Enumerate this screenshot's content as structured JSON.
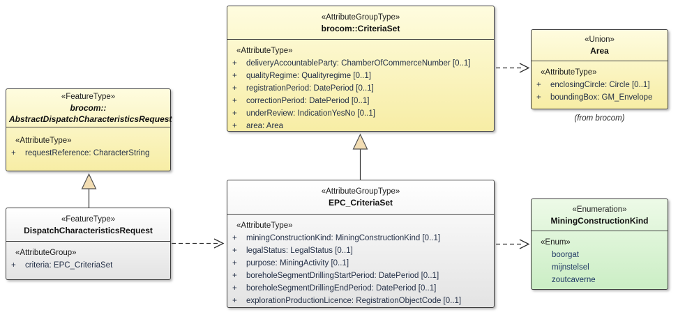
{
  "colors": {
    "featureYellow": "#f7eda5",
    "classWhite": "#e3e3e3",
    "enumGreen": "#cbeec5",
    "generalizationArrowFill": "#f2ddb3",
    "enumLiteralText": "#1f3864"
  },
  "boxes": {
    "criteriaSet": {
      "stereotype": "«AttributeGroupType»",
      "title": "brocom::CriteriaSet",
      "section": "«AttributeType»",
      "attrs": [
        {
          "vis": "+",
          "text": "deliveryAccountableParty: ChamberOfCommerceNumber [0..1]"
        },
        {
          "vis": "+",
          "text": "qualityRegime: Qualityregime [0..1]"
        },
        {
          "vis": "+",
          "text": "registrationPeriod: DatePeriod [0..1]"
        },
        {
          "vis": "+",
          "text": "correctionPeriod: DatePeriod [0..1]"
        },
        {
          "vis": "+",
          "text": "underReview: IndicationYesNo [0..1]"
        },
        {
          "vis": "+",
          "text": "area: Area"
        }
      ]
    },
    "area": {
      "stereotype": "«Union»",
      "title": "Area",
      "section": "«AttributeType»",
      "attrs": [
        {
          "vis": "+",
          "text": "enclosingCircle: Circle [0..1]"
        },
        {
          "vis": "+",
          "text": "boundingBox: GM_Envelope"
        }
      ],
      "note": "(from brocom)"
    },
    "abstractRequest": {
      "stereotype": "«FeatureType»",
      "titleLine1": "brocom::",
      "titleLine2": "AbstractDispatchCharacteristicsRequest",
      "section": "«AttributeType»",
      "attrs": [
        {
          "vis": "+",
          "text": "requestReference: CharacterString"
        }
      ]
    },
    "dispatchRequest": {
      "stereotype": "«FeatureType»",
      "title": "DispatchCharacteristicsRequest",
      "section": "«AttributeGroup»",
      "attrs": [
        {
          "vis": "+",
          "text": "criteria: EPC_CriteriaSet"
        }
      ]
    },
    "epcCriteriaSet": {
      "stereotype": "«AttributeGroupType»",
      "title": "EPC_CriteriaSet",
      "section": "«AttributeType»",
      "attrs": [
        {
          "vis": "+",
          "text": "miningConstructionKind: MiningConstructionKind [0..1]"
        },
        {
          "vis": "+",
          "text": "legalStatus: LegalStatus [0..1]"
        },
        {
          "vis": "+",
          "text": "purpose: MiningActivity [0..1]"
        },
        {
          "vis": "+",
          "text": "boreholeSegmentDrillingStartPeriod: DatePeriod [0..1]"
        },
        {
          "vis": "+",
          "text": "boreholeSegmentDrillingEndPeriod: DatePeriod [0..1]"
        },
        {
          "vis": "+",
          "text": "explorationProductionLicence: RegistrationObjectCode [0..1]"
        }
      ]
    },
    "miningKind": {
      "stereotype": "«Enumeration»",
      "title": "MiningConstructionKind",
      "section": "«Enum»",
      "literals": [
        {
          "text": "boorgat"
        },
        {
          "text": "mijnstelsel"
        },
        {
          "text": "zoutcaverne"
        }
      ]
    }
  }
}
